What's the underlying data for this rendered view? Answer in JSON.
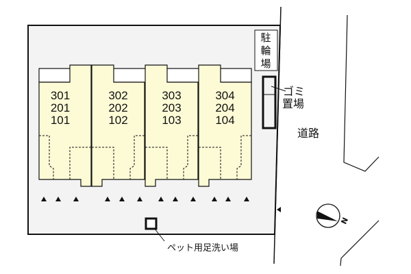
{
  "colors": {
    "lot": "#f3f3f3",
    "unit": "#fdfbd6",
    "line": "#111111"
  },
  "units": [
    {
      "floors": [
        "301",
        "201",
        "101"
      ]
    },
    {
      "floors": [
        "302",
        "202",
        "102"
      ]
    },
    {
      "floors": [
        "303",
        "203",
        "103"
      ]
    },
    {
      "floors": [
        "304",
        "204",
        "104"
      ]
    }
  ],
  "labels": {
    "bicycle_parking": [
      "駐",
      "輪",
      "場"
    ],
    "garbage_area": [
      "ゴミ",
      "置場"
    ],
    "road": "道路",
    "pet_footwash": "ペット用足洗い場",
    "north": "N"
  }
}
